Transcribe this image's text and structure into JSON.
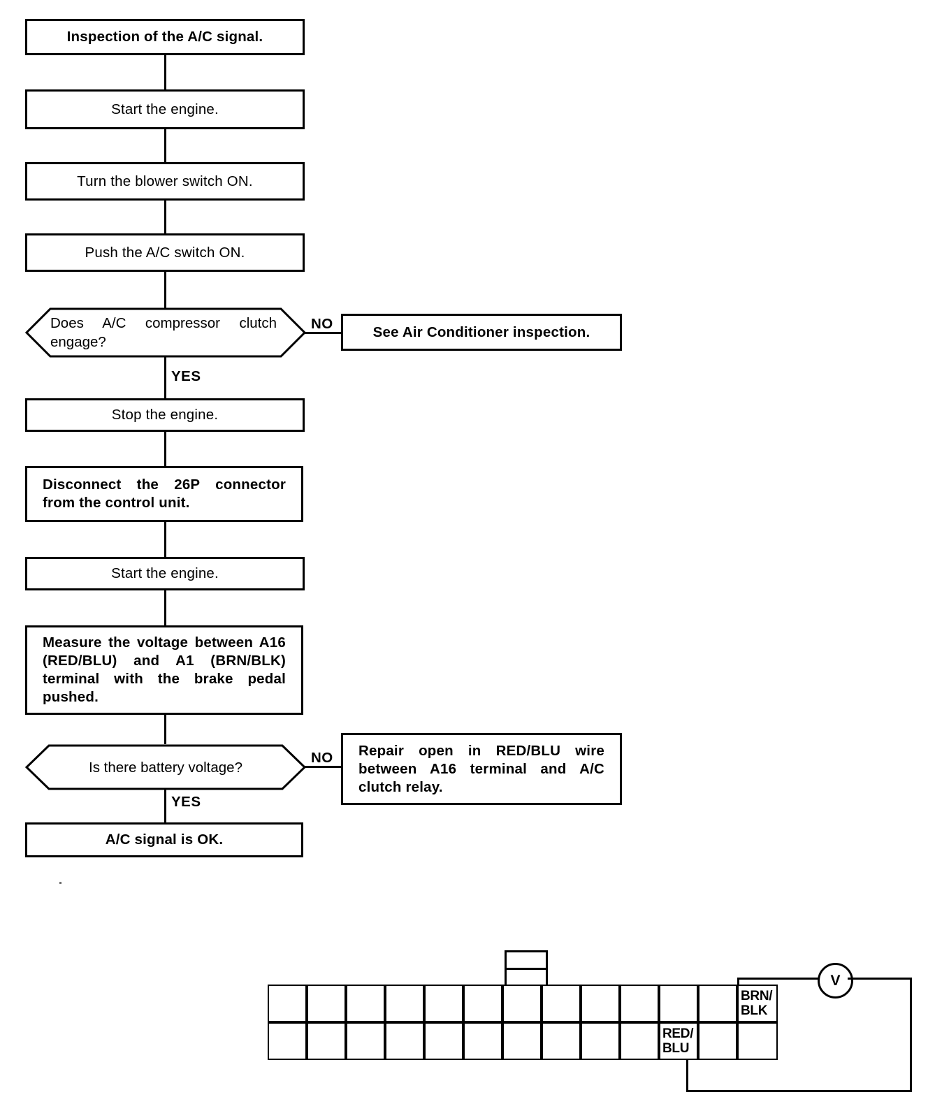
{
  "diagram": {
    "title": "Inspection of the A/C signal.",
    "type": "troubleshooting-flowchart",
    "nodes": [
      {
        "id": "n1",
        "shape": "process",
        "bold": true,
        "align": "center",
        "text": "Inspection of the A/C signal."
      },
      {
        "id": "n2",
        "shape": "process",
        "bold": false,
        "align": "center",
        "text": "Start the engine."
      },
      {
        "id": "n3",
        "shape": "process",
        "bold": false,
        "align": "center",
        "text": "Turn the blower switch ON."
      },
      {
        "id": "n4",
        "shape": "process",
        "bold": false,
        "align": "center",
        "text": "Push the A/C switch ON."
      },
      {
        "id": "d1",
        "shape": "decision",
        "bold": false,
        "align": "justify",
        "text": "Does A/C compressor clutch engage?"
      },
      {
        "id": "n5",
        "shape": "process",
        "bold": true,
        "align": "center",
        "text": "See Air Conditioner inspection."
      },
      {
        "id": "n6",
        "shape": "process",
        "bold": false,
        "align": "center",
        "text": "Stop the engine."
      },
      {
        "id": "n7",
        "shape": "process",
        "bold": true,
        "align": "justify",
        "text": "Disconnect the 26P connector from the control unit."
      },
      {
        "id": "n8",
        "shape": "process",
        "bold": false,
        "align": "center",
        "text": "Start the engine."
      },
      {
        "id": "n9",
        "shape": "process",
        "bold": true,
        "align": "justify",
        "text": "Measure the voltage between A16 (RED/BLU) and A1 (BRN/BLK) terminal with the brake pedal pushed."
      },
      {
        "id": "d2",
        "shape": "decision",
        "bold": false,
        "align": "center",
        "text": "Is there battery voltage?"
      },
      {
        "id": "n10",
        "shape": "process",
        "bold": true,
        "align": "justify",
        "text": "Repair open in RED/BLU wire between A16 terminal and A/C clutch relay."
      },
      {
        "id": "n11",
        "shape": "process",
        "bold": true,
        "align": "center",
        "text": "A/C signal is OK."
      }
    ],
    "edge_labels": {
      "d1_no": "NO",
      "d1_yes": "YES",
      "d2_no": "NO",
      "d2_yes": "YES"
    }
  },
  "connector_diagram": {
    "name": "26P connector terminal view with voltmeter",
    "rows": 2,
    "columns": 13,
    "terminals": [
      {
        "label": "BRN/",
        "label2": "BLK",
        "row": "top",
        "column": 13,
        "terminal_id": "A1"
      },
      {
        "label": "RED/",
        "label2": "BLU",
        "row": "bottom",
        "column": 11,
        "terminal_id": "A16"
      }
    ],
    "meter": {
      "symbol": "V",
      "name": "voltmeter"
    }
  },
  "colors": {
    "line": "#000000",
    "background": "#ffffff"
  }
}
